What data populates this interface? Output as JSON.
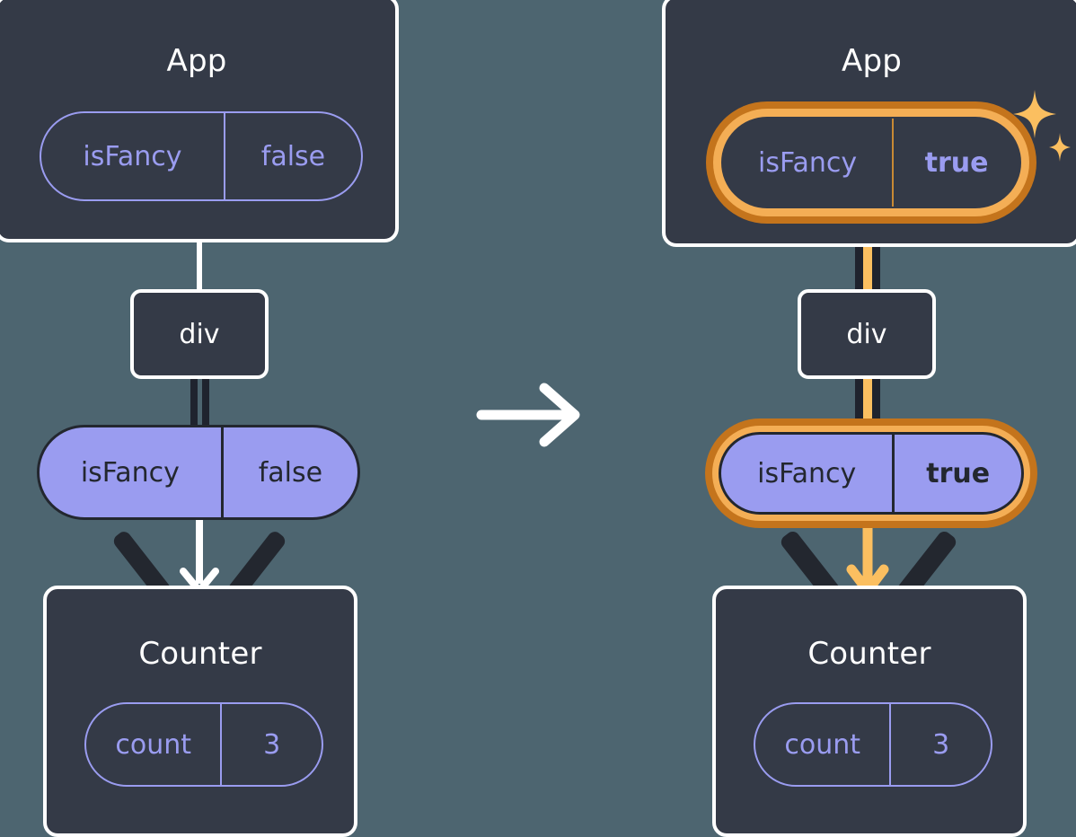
{
  "diagram": {
    "title": "React state propagation before and after update",
    "colors": {
      "background": "#4D6570",
      "box_fill": "#343A47",
      "box_border": "#FFFFFF",
      "pill_purple": "#9A9CF0",
      "pill_dark_border": "#23272F",
      "highlight_outer": "#C4741C",
      "highlight_inner": "#F4AE55",
      "highlight_line": "#FBBF60",
      "sparkle": "#FBBF60"
    },
    "transition_arrow": "arrow-right-icon"
  },
  "panels": [
    {
      "id": "before",
      "app": {
        "title": "App",
        "state_pill": {
          "name": "isFancy",
          "value": "false",
          "highlighted": false,
          "style": "outline"
        }
      },
      "div": {
        "label": "div"
      },
      "prop_pill": {
        "name": "isFancy",
        "value": "false",
        "highlighted": false,
        "style": "filled"
      },
      "counter": {
        "title": "Counter",
        "state_pill": {
          "name": "count",
          "value": "3",
          "highlighted": false,
          "style": "outline"
        }
      }
    },
    {
      "id": "after",
      "app": {
        "title": "App",
        "state_pill": {
          "name": "isFancy",
          "value": "true",
          "highlighted": true,
          "style": "outline"
        }
      },
      "div": {
        "label": "div"
      },
      "prop_pill": {
        "name": "isFancy",
        "value": "true",
        "highlighted": true,
        "style": "filled"
      },
      "counter": {
        "title": "Counter",
        "state_pill": {
          "name": "count",
          "value": "3",
          "highlighted": false,
          "style": "outline"
        }
      }
    }
  ]
}
